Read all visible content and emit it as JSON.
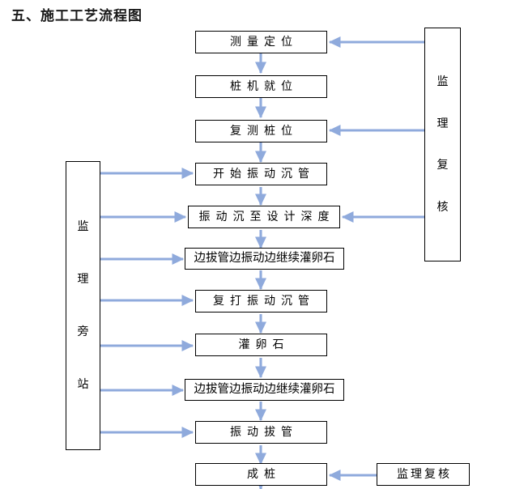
{
  "title": "五、施工工艺流程图",
  "colors": {
    "arrow": "#8faadc",
    "box_border": "#000000",
    "box_fill": "#ffffff",
    "text": "#000000",
    "background": "#ffffff"
  },
  "chart_data": {
    "type": "diagram",
    "title": "五、施工工艺流程图",
    "nodes": [
      {
        "id": "n1",
        "label": "测量定位",
        "shape": "rect"
      },
      {
        "id": "n2",
        "label": "桩机就位",
        "shape": "rect"
      },
      {
        "id": "n3",
        "label": "复测桩位",
        "shape": "rect"
      },
      {
        "id": "n4",
        "label": "开始振动沉管",
        "shape": "rect"
      },
      {
        "id": "n5",
        "label": "振动沉至设计深度",
        "shape": "rect"
      },
      {
        "id": "n6",
        "label": "边拔管边振动边继续灌卵石",
        "shape": "rect"
      },
      {
        "id": "n7",
        "label": "复打振动沉管",
        "shape": "rect"
      },
      {
        "id": "n8",
        "label": "灌卵石",
        "shape": "rect"
      },
      {
        "id": "n9",
        "label": "边拔管边振动边继续灌卵石",
        "shape": "rect"
      },
      {
        "id": "n10",
        "label": "振动拔管",
        "shape": "rect"
      },
      {
        "id": "n11",
        "label": "成桩",
        "shape": "rect"
      },
      {
        "id": "sL",
        "label": "监理旁站",
        "shape": "rect-vertical"
      },
      {
        "id": "sR",
        "label": "监理复核",
        "shape": "rect-vertical"
      },
      {
        "id": "sB",
        "label": "监理复核",
        "shape": "rect"
      }
    ],
    "edges": [
      {
        "from": "n1",
        "to": "n2",
        "dir": "down"
      },
      {
        "from": "n2",
        "to": "n3",
        "dir": "down"
      },
      {
        "from": "n3",
        "to": "n4",
        "dir": "down"
      },
      {
        "from": "n4",
        "to": "n5",
        "dir": "down"
      },
      {
        "from": "n5",
        "to": "n6",
        "dir": "down"
      },
      {
        "from": "n6",
        "to": "n7",
        "dir": "down"
      },
      {
        "from": "n7",
        "to": "n8",
        "dir": "down"
      },
      {
        "from": "n8",
        "to": "n9",
        "dir": "down"
      },
      {
        "from": "n9",
        "to": "n10",
        "dir": "down"
      },
      {
        "from": "n10",
        "to": "n11",
        "dir": "down"
      },
      {
        "from": "sR",
        "to": "n1",
        "dir": "left"
      },
      {
        "from": "sR",
        "to": "n3",
        "dir": "left"
      },
      {
        "from": "sR",
        "to": "n5",
        "dir": "left"
      },
      {
        "from": "sL",
        "to": "n4",
        "dir": "right"
      },
      {
        "from": "sL",
        "to": "n5",
        "dir": "right"
      },
      {
        "from": "sL",
        "to": "n6",
        "dir": "right"
      },
      {
        "from": "sL",
        "to": "n7",
        "dir": "right"
      },
      {
        "from": "sL",
        "to": "n8",
        "dir": "right"
      },
      {
        "from": "sL",
        "to": "n9",
        "dir": "right"
      },
      {
        "from": "sL",
        "to": "n10",
        "dir": "right"
      },
      {
        "from": "sB",
        "to": "n11",
        "dir": "left"
      }
    ]
  },
  "flow": {
    "steps": [
      {
        "label": "测量定位"
      },
      {
        "label": "桩机就位"
      },
      {
        "label": "复测桩位"
      },
      {
        "label": "开始振动沉管"
      },
      {
        "label": "振动沉至设计深度"
      },
      {
        "label": "边拔管边振动边继续灌卵石"
      },
      {
        "label": "复打振动沉管"
      },
      {
        "label": "灌卵石"
      },
      {
        "label": "边拔管边振动边继续灌卵石"
      },
      {
        "label": "振动拔管"
      },
      {
        "label": "成桩"
      }
    ]
  },
  "supervision": {
    "left_box": {
      "label": "监理旁站",
      "chars": [
        "监",
        "理",
        "旁",
        "站"
      ]
    },
    "right_box": {
      "label": "监理复核",
      "chars": [
        "监",
        "理",
        "复",
        "核"
      ]
    },
    "bottom_box": {
      "label": "监理复核"
    }
  }
}
